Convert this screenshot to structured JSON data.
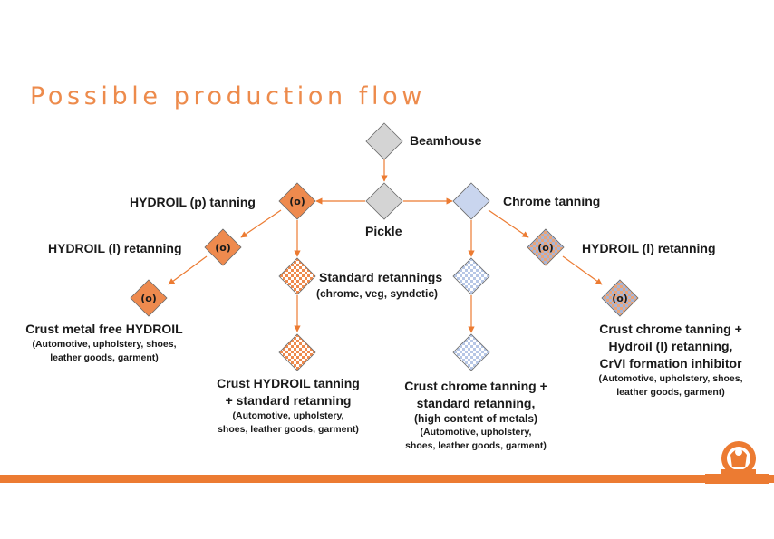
{
  "title": "Possible production flow",
  "nodes": {
    "beamhouse": "Beamhouse",
    "pickle": "Pickle",
    "hydroil_p_tanning": "HYDROIL (p) tanning",
    "chrome_tanning": "Chrome tanning",
    "hydroil_l_retanning_left": "HYDROIL (l) retanning",
    "hydroil_l_retanning_right": "HYDROIL (l) retanning",
    "standard_retannings": "Standard retannings",
    "standard_retannings_sub": "(chrome, veg, syndetic)",
    "diamond_symbol": "(o)"
  },
  "outcomes": {
    "metal_free": {
      "line1": "Crust metal free HYDROIL",
      "sub1": "(Automotive, upholstery, shoes,",
      "sub2": "leather goods, garment)"
    },
    "hydroil_standard": {
      "line1": "Crust HYDROIL tanning",
      "line2": "+ standard retanning",
      "sub1": "(Automotive, upholstery,",
      "sub2": "shoes, leather goods, garment)"
    },
    "chrome_standard": {
      "line1": "Crust chrome tanning  +",
      "line2": "standard retanning,",
      "line3": "(high content of metals)",
      "sub1": "(Automotive, upholstery,",
      "sub2": "shoes, leather goods, garment)"
    },
    "chrome_hydroil": {
      "line1": "Crust chrome tanning +",
      "line2": "Hydroil (l) retanning,",
      "line3": "CrVI formation inhibitor",
      "sub1": "(Automotive, upholstery, shoes,",
      "sub2": "leather goods, garment)"
    }
  },
  "colors": {
    "accent": "#ec7b32",
    "title": "#ed8b4c",
    "grey_node": "#d4d4d4",
    "blue_node": "#c9d5ee",
    "orange_node": "#ee8a4e"
  }
}
